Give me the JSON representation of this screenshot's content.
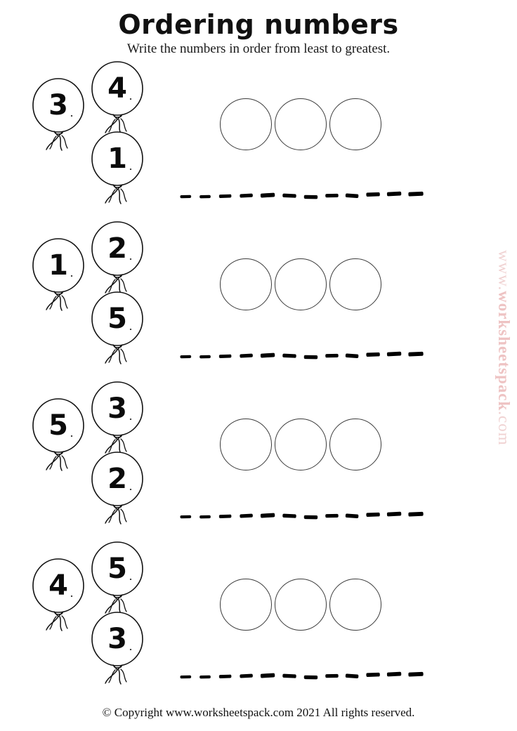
{
  "header": {
    "title": "Ordering numbers",
    "subtitle": "Write the numbers in order from least to greatest."
  },
  "rows": [
    {
      "balloons": [
        "3",
        "4",
        "1"
      ]
    },
    {
      "balloons": [
        "1",
        "2",
        "5"
      ]
    },
    {
      "balloons": [
        "5",
        "3",
        "2"
      ]
    },
    {
      "balloons": [
        "4",
        "5",
        "3"
      ]
    }
  ],
  "answer_slots_per_row": 3,
  "watermark": {
    "prefix": "www.",
    "brand": "worksheetspack",
    "suffix": ".com",
    "color": "#f0d2d2"
  },
  "footer": {
    "text": "© Copyright www.worksheetspack.com 2021  All rights reserved."
  },
  "colors": {
    "ink": "#000000",
    "circle_outline": "#3a3a3a",
    "paper": "#ffffff"
  }
}
